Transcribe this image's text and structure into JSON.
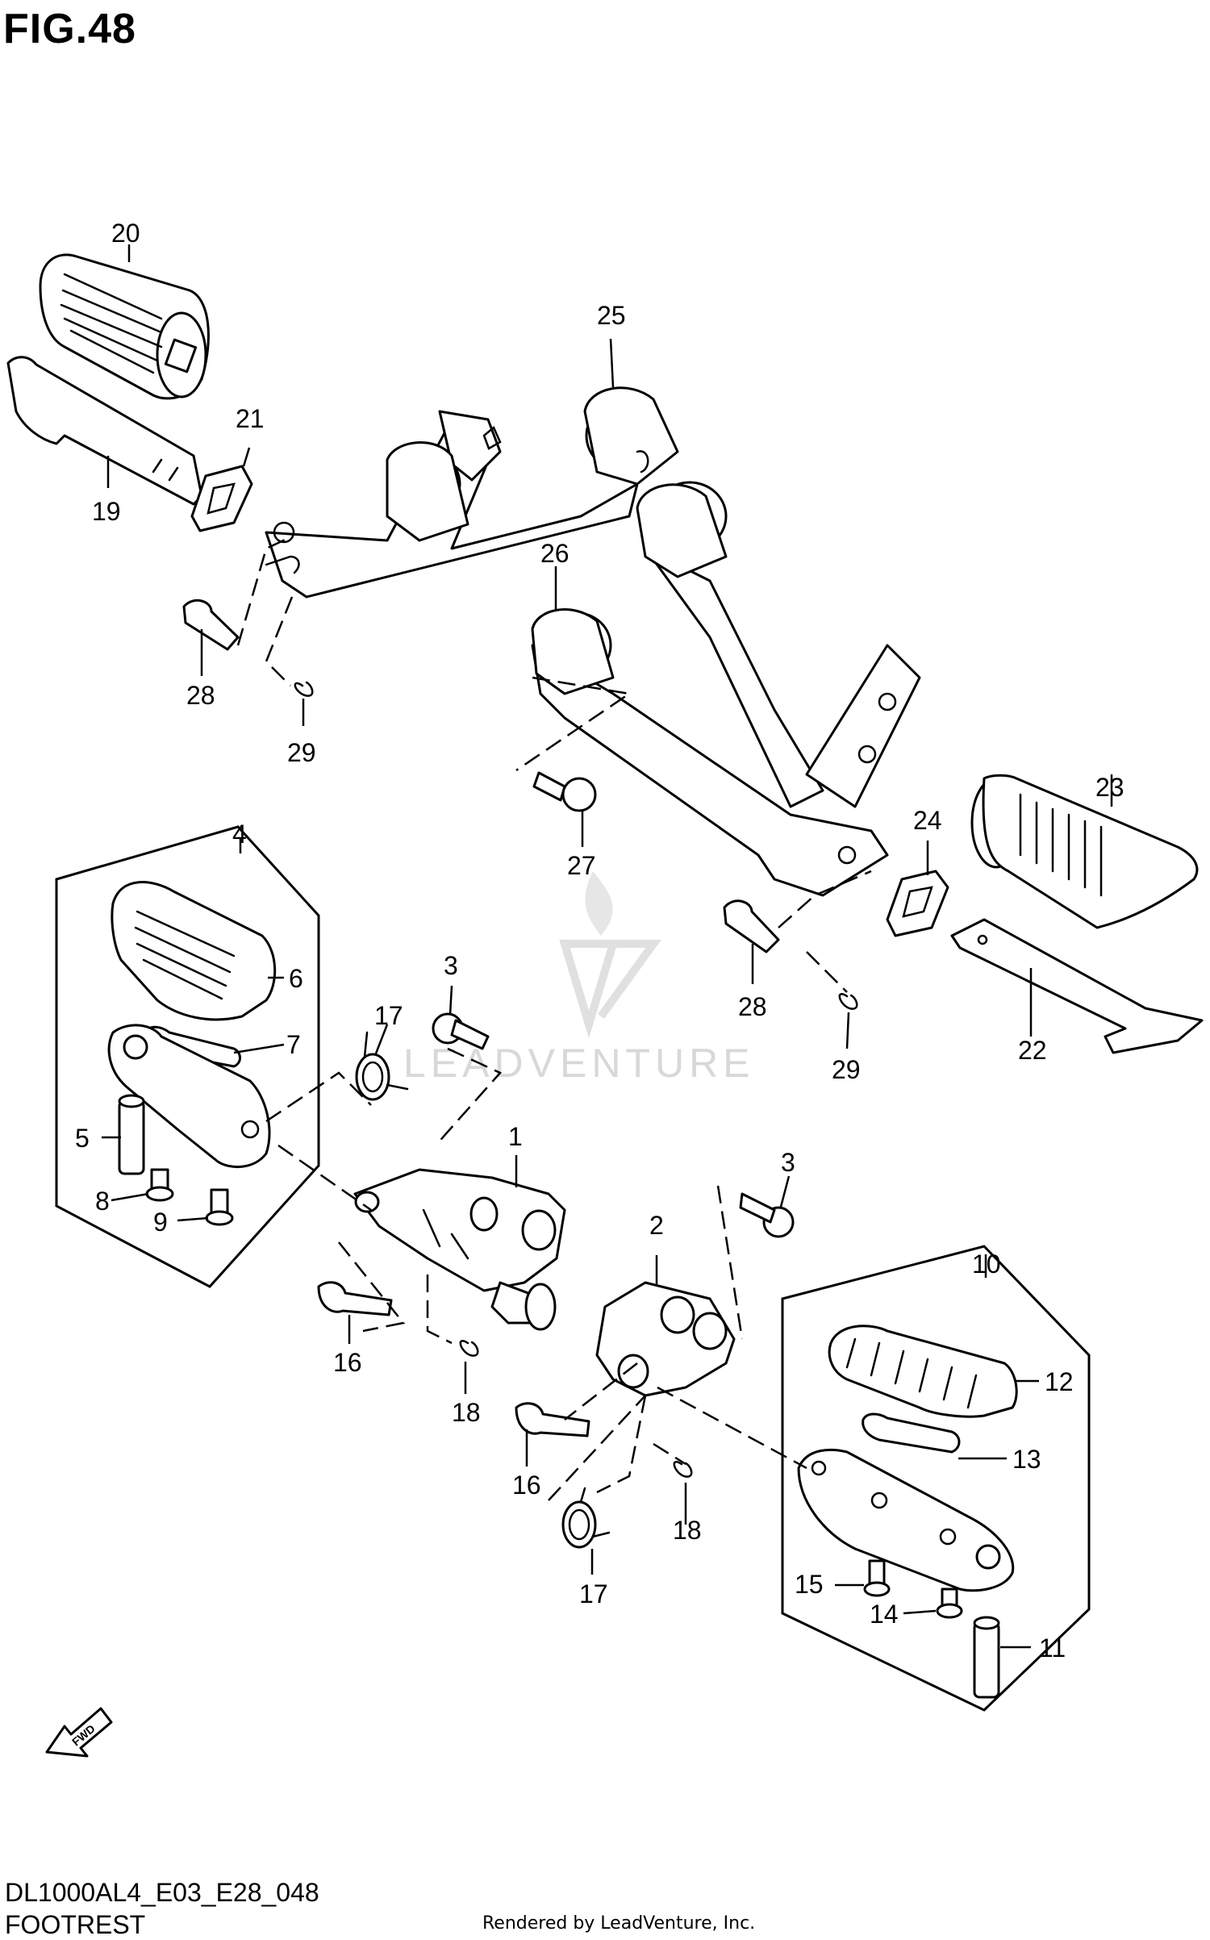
{
  "figure": {
    "title": "FIG.48"
  },
  "watermark": {
    "text": "LEADVENTURE"
  },
  "fwd_arrow": {
    "label": "FWD"
  },
  "callouts": [
    {
      "id": "c20",
      "label": "20"
    },
    {
      "id": "c19",
      "label": "19"
    },
    {
      "id": "c21",
      "label": "21"
    },
    {
      "id": "c25",
      "label": "25"
    },
    {
      "id": "c26",
      "label": "26"
    },
    {
      "id": "c28a",
      "label": "28"
    },
    {
      "id": "c29a",
      "label": "29"
    },
    {
      "id": "c27",
      "label": "27"
    },
    {
      "id": "c23",
      "label": "23"
    },
    {
      "id": "c24",
      "label": "24"
    },
    {
      "id": "c22",
      "label": "22"
    },
    {
      "id": "c28b",
      "label": "28"
    },
    {
      "id": "c29b",
      "label": "29"
    },
    {
      "id": "c4",
      "label": "4"
    },
    {
      "id": "c6",
      "label": "6"
    },
    {
      "id": "c7",
      "label": "7"
    },
    {
      "id": "c5",
      "label": "5"
    },
    {
      "id": "c8",
      "label": "8"
    },
    {
      "id": "c9",
      "label": "9"
    },
    {
      "id": "c3a",
      "label": "3"
    },
    {
      "id": "c17a",
      "label": "17"
    },
    {
      "id": "c1",
      "label": "1"
    },
    {
      "id": "c16a",
      "label": "16"
    },
    {
      "id": "c18a",
      "label": "18"
    },
    {
      "id": "c3b",
      "label": "3"
    },
    {
      "id": "c2",
      "label": "2"
    },
    {
      "id": "c10",
      "label": "10"
    },
    {
      "id": "c12",
      "label": "12"
    },
    {
      "id": "c13",
      "label": "13"
    },
    {
      "id": "c16b",
      "label": "16"
    },
    {
      "id": "c18b",
      "label": "18"
    },
    {
      "id": "c17b",
      "label": "17"
    },
    {
      "id": "c15",
      "label": "15"
    },
    {
      "id": "c14",
      "label": "14"
    },
    {
      "id": "c11",
      "label": "11"
    }
  ],
  "footer": {
    "model_code": "DL1000AL4_E03_E28_048",
    "section_name": "FOOTREST",
    "credit": "Rendered by LeadVenture, Inc."
  }
}
